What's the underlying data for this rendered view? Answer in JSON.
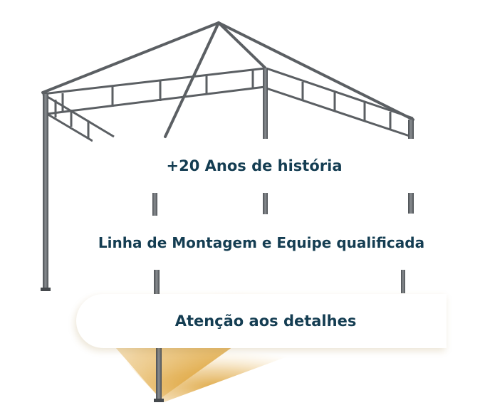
{
  "features": [
    {
      "label": "+20 Anos de história"
    },
    {
      "label": "Linha de Montagem e Equipe qualificada"
    },
    {
      "label": "Atenção aos detalhes"
    }
  ],
  "colors": {
    "text": "#143d52",
    "frame": "#666a6e",
    "glow": "#d9a23c"
  },
  "icons": [
    "tent-frame-illustration"
  ]
}
